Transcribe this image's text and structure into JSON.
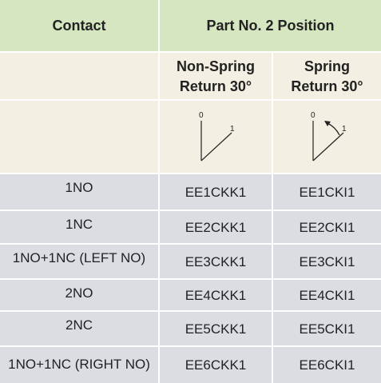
{
  "header": {
    "contact": "Contact",
    "position": "Part No. 2 Position"
  },
  "subheader": {
    "non_spring": [
      "Non-Spring",
      "Return 30°"
    ],
    "spring": [
      "Spring",
      "Return 30°"
    ]
  },
  "diagram": {
    "non_spring": {
      "zero_label": "0",
      "one_label": "1"
    },
    "spring": {
      "zero_label": "0",
      "one_label": "1"
    }
  },
  "rows": [
    {
      "contact": "1NO",
      "non_spring": "EE1CKK1",
      "spring": "EE1CKI1"
    },
    {
      "contact": "1NC",
      "non_spring": "EE2CKK1",
      "spring": "EE2CKI1"
    },
    {
      "contact": "1NO+1NC (LEFT NO)",
      "non_spring": "EE3CKK1",
      "spring": "EE3CKI1"
    },
    {
      "contact": "2NO",
      "non_spring": "EE4CKK1",
      "spring": "EE4CKI1"
    },
    {
      "contact": "2NC",
      "non_spring": "EE5CKK1",
      "spring": "EE5CKI1"
    },
    {
      "contact": "1NO+1NC (RIGHT NO)",
      "non_spring": "EE6CKK1",
      "spring": "EE6CKI1"
    }
  ]
}
